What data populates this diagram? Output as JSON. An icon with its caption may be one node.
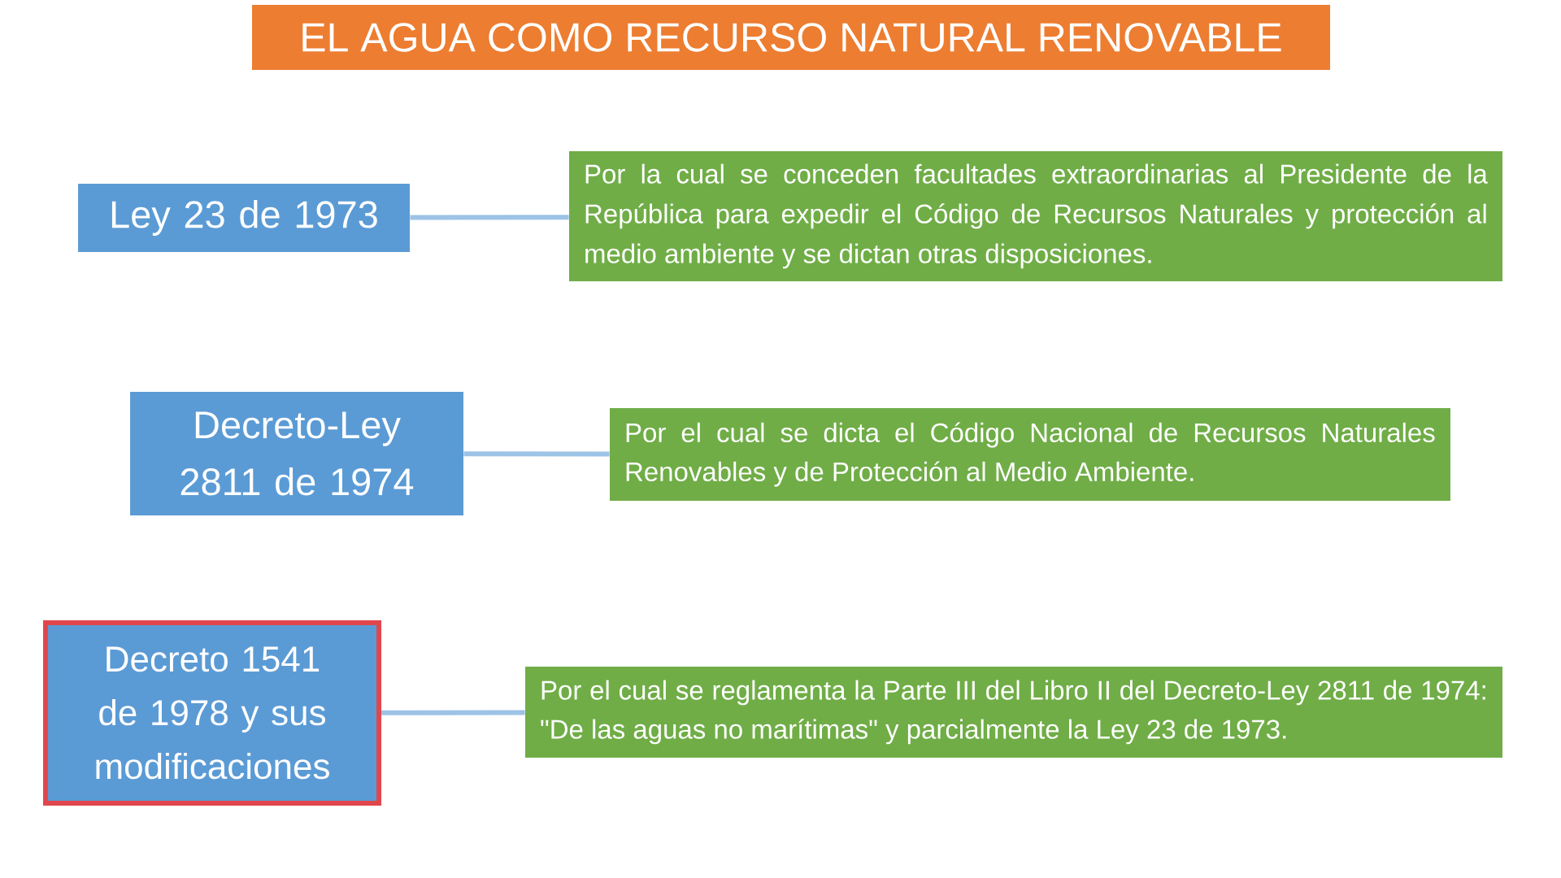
{
  "diagram": {
    "title": "EL AGUA COMO RECURSO NATURAL RENOVABLE",
    "nodes": [
      {
        "text": [
          "Ley 23 de 1973"
        ]
      },
      {
        "text": [
          "Por la cual se conceden facultades extraordinarias al Presidente de la República para expedir el Código de Recursos Naturales y protección al medio ambiente y se dictan otras disposiciones."
        ]
      },
      {
        "text": [
          "Decreto-Ley 2811 de 1974"
        ]
      },
      {
        "text": [
          "Por el cual se dicta el Código Nacional de Recursos Naturales Renovables y de Protección al Medio Ambiente."
        ]
      },
      {
        "text": [
          "Decreto 1541 de 1978 y sus modificaciones"
        ]
      },
      {
        "text": [
          "Por el cual se reglamenta la Parte III del Libro II del Decreto-Ley 2811 de 1974: \"De las aguas no marítimas\" y parcialmente la Ley 23 de 1973."
        ]
      }
    ],
    "edges": [
      {
        "from": 0,
        "to": 1,
        "arrow": "none"
      },
      {
        "from": 2,
        "to": 3,
        "arrow": "none"
      },
      {
        "from": 4,
        "to": 5,
        "arrow": "none"
      }
    ]
  }
}
